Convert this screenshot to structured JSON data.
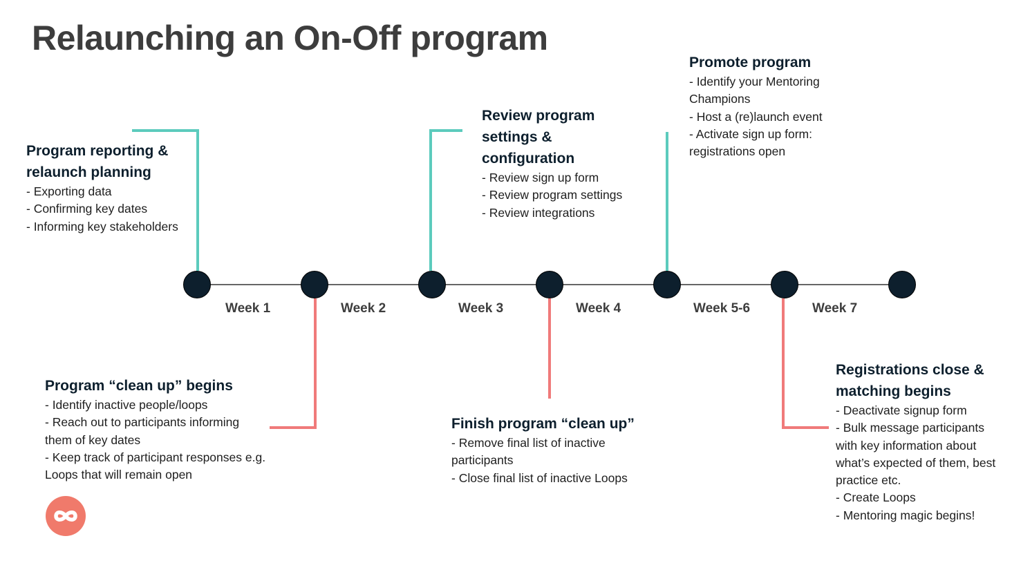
{
  "title": "Relaunching an On-Off program",
  "weeks": [
    "Week 1",
    "Week 2",
    "Week 3",
    "Week 4",
    "Week 5-6",
    "Week 7"
  ],
  "colors": {
    "teal": "#5ccbbd",
    "coral": "#f07a7a",
    "node": "#0d1f2d",
    "logo": "#f07a6b"
  },
  "blocks": {
    "reporting": {
      "heading": "Program reporting & relaunch planning",
      "items": [
        "- Exporting data",
        "- Confirming key dates",
        "- Informing key stakeholders"
      ]
    },
    "cleanup": {
      "heading": "Program “clean up” begins",
      "items": [
        "- Identify inactive people/loops",
        "- Reach out to participants informing them of key dates",
        "- Keep track of participant responses e.g. Loops that will remain open"
      ]
    },
    "review": {
      "heading": "Review program settings & configuration",
      "items": [
        "- Review sign up form",
        "- Review program settings",
        "- Review integrations"
      ]
    },
    "finish": {
      "heading": "Finish program “clean up”",
      "items": [
        "- Remove final list of inactive participants",
        "- Close final list of inactive Loops"
      ]
    },
    "promote": {
      "heading": "Promote program",
      "items": [
        "- Identify your Mentoring Champions",
        "- Host a (re)launch event",
        "- Activate sign up form: registrations open"
      ]
    },
    "registrations": {
      "heading": "Registrations close & matching begins",
      "items": [
        "- Deactivate signup form",
        "- Bulk message participants with key information about what’s expected of them, best practice etc.",
        "- Create Loops",
        "- Mentoring magic begins!"
      ]
    }
  }
}
